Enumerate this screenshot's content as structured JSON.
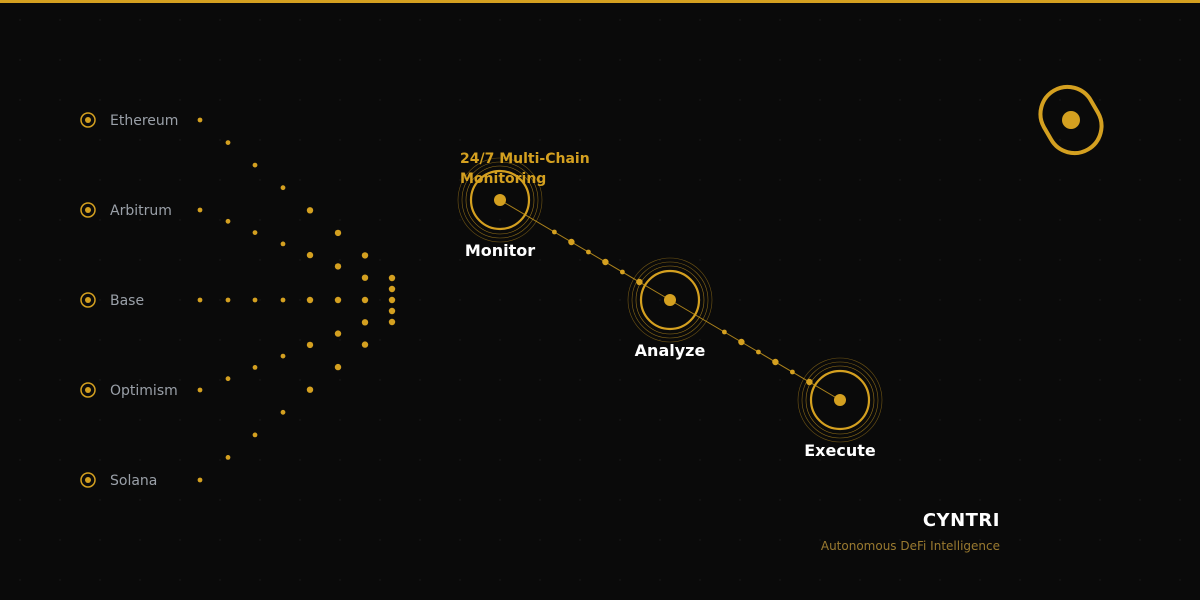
{
  "accent_color": "#d4a020",
  "chains": [
    {
      "name": "Ethereum",
      "icon": "chain-node-icon"
    },
    {
      "name": "Arbitrum",
      "icon": "chain-node-icon"
    },
    {
      "name": "Base",
      "icon": "chain-node-icon"
    },
    {
      "name": "Optimism",
      "icon": "chain-node-icon"
    },
    {
      "name": "Solana",
      "icon": "chain-node-icon"
    }
  ],
  "pipeline": {
    "caption": [
      "24/7 Multi-Chain",
      "Monitoring"
    ],
    "stages": [
      {
        "label": "Monitor"
      },
      {
        "label": "Analyze"
      },
      {
        "label": "Execute"
      }
    ]
  },
  "brand": {
    "name": "CYNTRI",
    "tagline": "Autonomous DeFi Intelligence",
    "logo_icon": "capsule-logo-icon"
  }
}
